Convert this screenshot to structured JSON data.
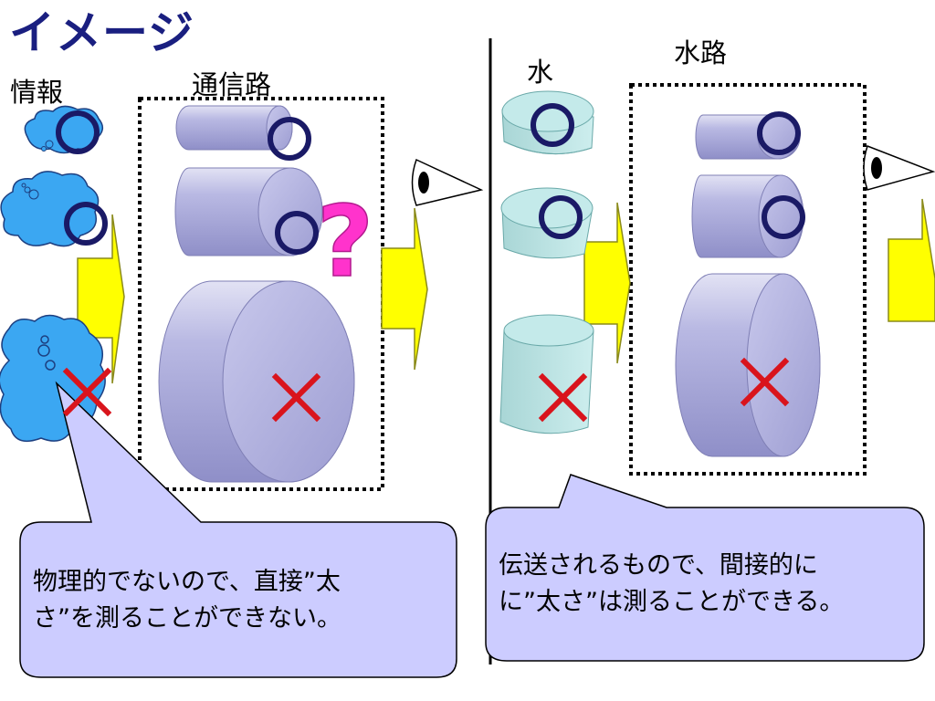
{
  "title": "イメージ",
  "left": {
    "info_label": "情報",
    "channel_label": "通信路",
    "question_mark": "?",
    "note_lines": [
      "物理的でないので、直接”太",
      "さ”を測ることができない。"
    ]
  },
  "right": {
    "water_label": "水",
    "waterway_label": "水路",
    "note_lines": [
      "伝送されるもので、間接的に",
      "に”太さ”は測ることができる。"
    ]
  },
  "colors": {
    "title": "#1a1f80",
    "cylinder": "#b3b3e0",
    "water": "#b9e3e3",
    "circle_mark": "#1a1a66",
    "cross_mark": "#d9141c",
    "arrow": "#ffff00",
    "cloud": "#3ba7f2",
    "bubble": "#ccccff",
    "question": "#ff33cc"
  }
}
